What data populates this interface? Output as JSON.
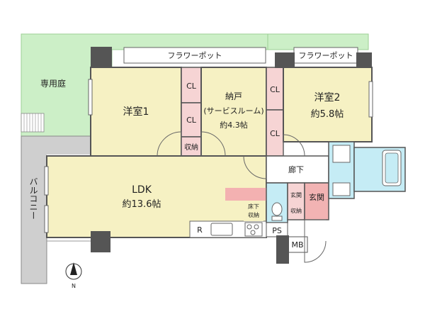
{
  "labels": {
    "garden": "専用庭",
    "flower_pot_1": "フラワーポット",
    "flower_pot_2": "フラワーポット",
    "room1_name": "洋室1",
    "room2_name": "洋室2",
    "room2_size": "約5.8帖",
    "storage_name": "納戸",
    "storage_sub": "(サービスルーム)",
    "storage_size": "約4.3帖",
    "closet": "CL",
    "shuno": "収納",
    "balcony": "バルコニー",
    "ldk_name": "LDK",
    "ldk_size": "約13.6帖",
    "hallway": "廊下",
    "floor_storage_1": "床下",
    "floor_storage_2": "収納",
    "entrance": "玄関",
    "entrance_storage_1": "玄関",
    "entrance_storage_2": "収納",
    "fridge": "R",
    "pipe_space": "PS",
    "meter_box": "MB",
    "north": "N"
  },
  "colors": {
    "room": "#f6f1c3",
    "garden": "#ccefc7",
    "closet": "#f6d4d4",
    "entrance": "#f2b3b3",
    "wet_area": "#c5ecf5",
    "balcony": "#cfcfcf",
    "pink_counter": "#f3b1b1"
  }
}
